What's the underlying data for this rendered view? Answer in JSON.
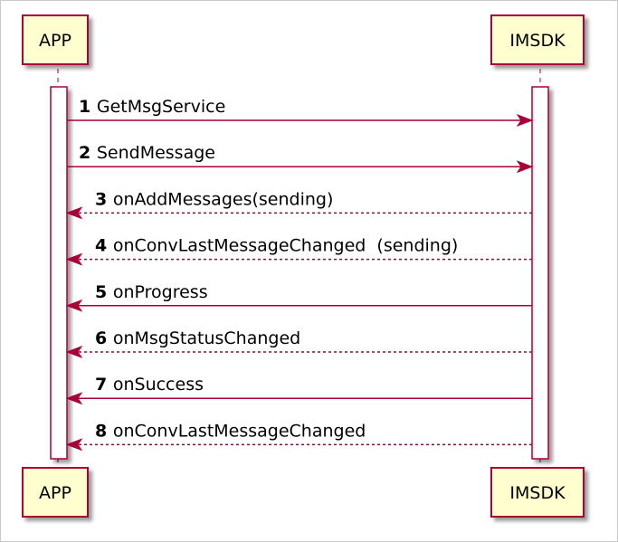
{
  "participants": [
    {
      "id": "app",
      "label": "APP"
    },
    {
      "id": "imsdk",
      "label": "IMSDK"
    }
  ],
  "colors": {
    "border": "#A80036",
    "fill": "#FEFECE"
  },
  "messages": [
    {
      "num": "1",
      "label": "GetMsgService",
      "direction": "right",
      "style": "solid"
    },
    {
      "num": "2",
      "label": "SendMessage",
      "direction": "right",
      "style": "solid"
    },
    {
      "num": "3",
      "label": "onAddMessages(sending)",
      "direction": "left",
      "style": "dashed"
    },
    {
      "num": "4",
      "label": "onConvLastMessageChanged  (sending)",
      "direction": "left",
      "style": "dashed"
    },
    {
      "num": "5",
      "label": "onProgress",
      "direction": "left",
      "style": "solid"
    },
    {
      "num": "6",
      "label": "onMsgStatusChanged",
      "direction": "left",
      "style": "dashed"
    },
    {
      "num": "7",
      "label": "onSuccess",
      "direction": "left",
      "style": "solid"
    },
    {
      "num": "8",
      "label": "onConvLastMessageChanged",
      "direction": "left",
      "style": "dashed"
    }
  ]
}
